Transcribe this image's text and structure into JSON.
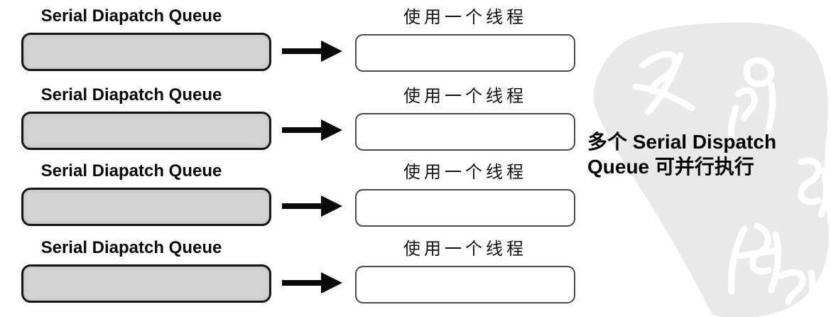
{
  "rows": [
    {
      "queue_label": "Serial Diapatch Queue",
      "thread_label": "使用一个线程"
    },
    {
      "queue_label": "Serial Diapatch Queue",
      "thread_label": "使用一个线程"
    },
    {
      "queue_label": "Serial Diapatch Queue",
      "thread_label": "使用一个线程"
    },
    {
      "queue_label": "Serial Diapatch Queue",
      "thread_label": "使用一个线程"
    }
  ],
  "annotation": {
    "line1": "多个 Serial Dispatch",
    "line2": "Queue 可并行执行"
  },
  "colors": {
    "queue_box_fill": "#d4d4d4",
    "box_border": "#141414",
    "thread_box_fill": "#ffffff",
    "thread_box_border": "#4a4a4a",
    "arrow": "#0a0a0a",
    "watermark_fill": "#e9e9e9",
    "watermark_glyphs": "#ffffff",
    "text": "#000000"
  }
}
